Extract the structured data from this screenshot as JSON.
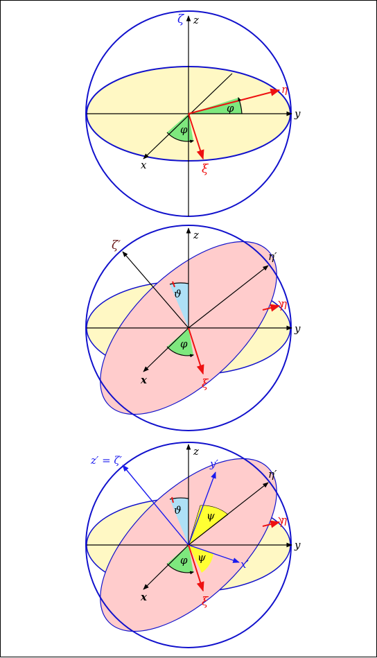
{
  "colors": {
    "sphere": "#1111cc",
    "axis": "#000000",
    "red": "#ee1111",
    "blue_axis": "#1a1aee",
    "plane_yellow": "#fff8c4",
    "plane_pink": "#ffcccc",
    "angle_green": "#7ee87e",
    "angle_blue": "#aee0f6",
    "angle_yellow": "#ffff33"
  },
  "panels": [
    {
      "labels": {
        "zeta": "ζ",
        "z": "z",
        "eta": "η",
        "y": "y",
        "phi_top": "φ",
        "phi_bottom": "φ",
        "x": "x",
        "xi": "ξ"
      }
    },
    {
      "labels": {
        "z": "z",
        "zeta_prime": "ζ′",
        "eta_prime": "η′",
        "eta": "η",
        "y": "y",
        "theta": "ϑ",
        "phi": "φ",
        "x": "x",
        "xi": "ξ"
      }
    },
    {
      "labels": {
        "z": "z",
        "z_eq_zeta": "z′ = ζ′",
        "y_prime": "y′",
        "eta_prime": "η′",
        "eta": "η",
        "y": "y",
        "theta": "ϑ",
        "psi_upper": "ψ",
        "psi_lower": "ψ",
        "phi": "φ",
        "x_prime": "x′",
        "x": "x",
        "xi": "ξ"
      }
    }
  ]
}
